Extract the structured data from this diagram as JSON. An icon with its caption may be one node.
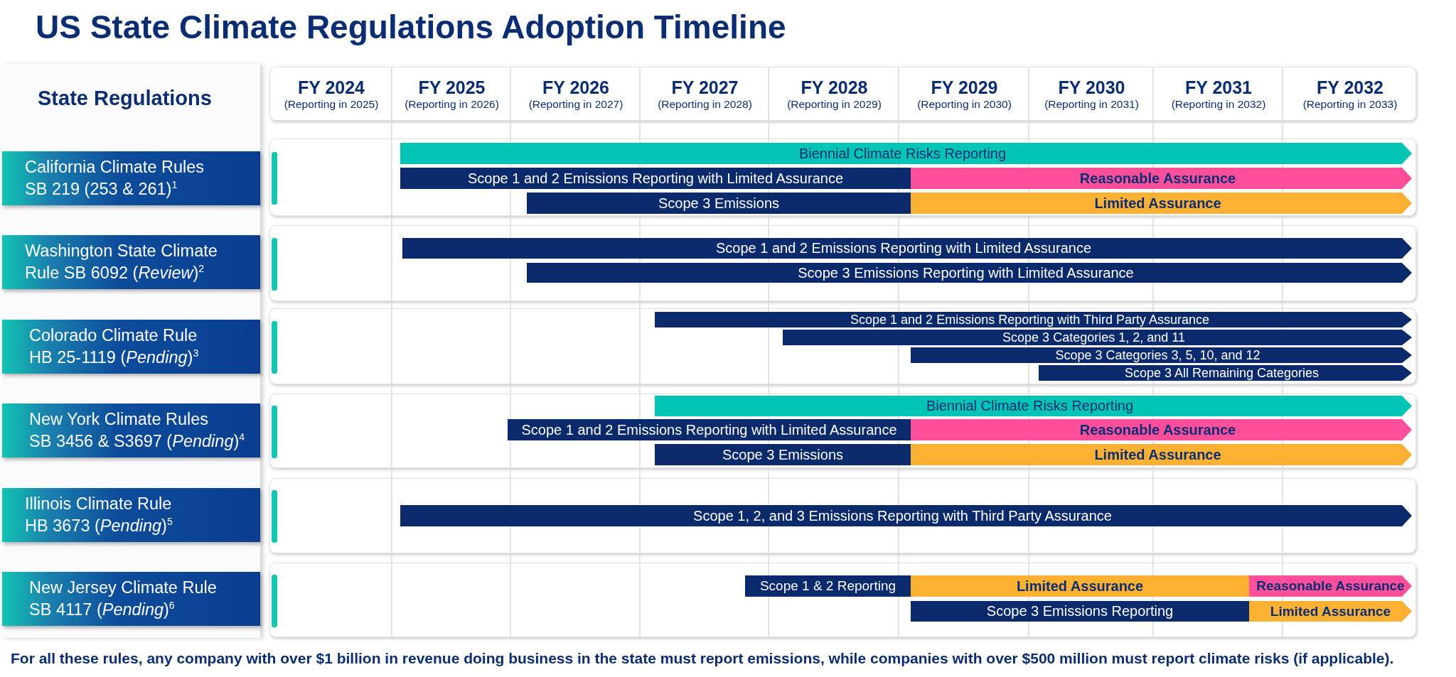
{
  "diagram": {
    "title": "US State Climate Regulations Adoption Timeline",
    "nodes": [
      {
        "text": [
          "State Regulations"
        ]
      },
      {
        "text": [],
        "shape": "box"
      },
      {
        "text": [
          "FY 2024",
          "(Reporting in 2025)"
        ],
        "in": 1
      },
      {
        "text": [
          "FY 2025",
          "(Reporting in 2026)"
        ],
        "in": 1
      },
      {
        "text": [
          "FY 2026",
          "(Reporting in 2027)"
        ],
        "in": 1
      },
      {
        "text": [
          "FY 2027",
          "(Reporting in 2028)"
        ],
        "in": 1
      },
      {
        "text": [
          "FY 2028",
          "(Reporting in 2029)"
        ],
        "in": 1
      },
      {
        "text": [
          "FY 2029",
          "(Reporting in 2030)"
        ],
        "in": 1
      },
      {
        "text": [
          "FY 2030",
          "(Reporting in 2031)"
        ],
        "in": 1
      },
      {
        "text": [
          "FY 2031",
          "(Reporting in 2032)"
        ],
        "in": 1
      },
      {
        "text": [
          "FY 2032",
          "(Reporting in 2033)"
        ],
        "in": 1
      },
      {
        "text": [
          "California Climate Rules SB 219 (253 & 261)$^{1}$"
        ],
        "in": 0
      },
      {
        "text": [],
        "shape": "box"
      },
      {
        "text": [
          "Biennial Climate Risks Reporting"
        ],
        "in": 12
      },
      {
        "text": [
          "Scope 1 and 2 Emissions Reporting with Limited Assurance"
        ],
        "in": 12
      },
      {
        "text": [
          "Reasonable Assurance"
        ],
        "in": 12
      },
      {
        "text": [
          "Scope 3 Emissions"
        ],
        "in": 12
      },
      {
        "text": [
          "Limited Assurance"
        ],
        "in": 12
      },
      {
        "text": [
          "Washington State Climate Rule SB 6092 (*Review*)$^{2}$"
        ],
        "in": 0
      },
      {
        "text": [],
        "shape": "box"
      },
      {
        "text": [
          "Scope 1 and 2 Emissions Reporting with Limited Assurance"
        ],
        "in": 19
      },
      {
        "text": [
          "Scope 3 Emissions Reporting with Limited Assurance"
        ],
        "in": 19
      },
      {
        "text": [
          "Colorado Climate Rule HB 25-1119 (*Pending*)$^{3}$"
        ],
        "in": 0
      },
      {
        "text": [],
        "shape": "box"
      },
      {
        "text": [
          "Scope 1 and 2 Emissions Reporting with Third Party Assurance"
        ],
        "in": 23
      },
      {
        "text": [
          "Scope 3 Categories 1, 2, and 11"
        ],
        "in": 23
      },
      {
        "text": [
          "Scope 3 Categories 3, 5, 10, and 12"
        ],
        "in": 23
      },
      {
        "text": [
          "Scope 3 All Remaining Categories"
        ],
        "in": 23
      },
      {
        "text": [
          "New York Climate Rules SB 3456 & S3697 (*Pending*)$^{4}$"
        ],
        "in": 0
      },
      {
        "text": [],
        "shape": "box"
      },
      {
        "text": [
          "Biennial Climate Risks Reporting"
        ],
        "in": 29
      },
      {
        "text": [
          "Scope 1 and 2 Emissions Reporting with Limited Assurance"
        ],
        "in": 29
      },
      {
        "text": [
          "Reasonable Assurance"
        ],
        "in": 29
      },
      {
        "text": [
          "Scope 3 Emissions"
        ],
        "in": 29
      },
      {
        "text": [
          "Limited Assurance"
        ],
        "in": 29
      },
      {
        "text": [
          "Illinois Climate Rule HB 3673 (*Pending*)$^{5}$"
        ],
        "in": 0
      },
      {
        "text": [],
        "shape": "box"
      },
      {
        "text": [
          "Scope 1, 2, and 3 Emissions Reporting with Third Party Assurance"
        ],
        "in": 36
      },
      {
        "text": [
          "New Jersey Climate Rule SB 4117 (*Pending*)$^{6}$"
        ],
        "in": 0
      },
      {
        "text": [],
        "shape": "box"
      },
      {
        "text": [
          "Scope 1 & 2 Reporting"
        ],
        "in": 39
      },
      {
        "text": [
          "Limited Assurance"
        ],
        "in": 39
      },
      {
        "text": [
          "Reasonable Assurance"
        ],
        "in": 39
      },
      {
        "text": [
          "Scope 3 Emissions Reporting"
        ],
        "in": 39
      },
      {
        "text": [
          "Limited Assurance"
        ],
        "in": 39
      }
    ],
    "labels": [
      "For all these rules, any company with over $1 billion in revenue doing business in the state must report emissions, while companies with over $500 million must report climate risks (if applicable)."
    ]
  }
}
